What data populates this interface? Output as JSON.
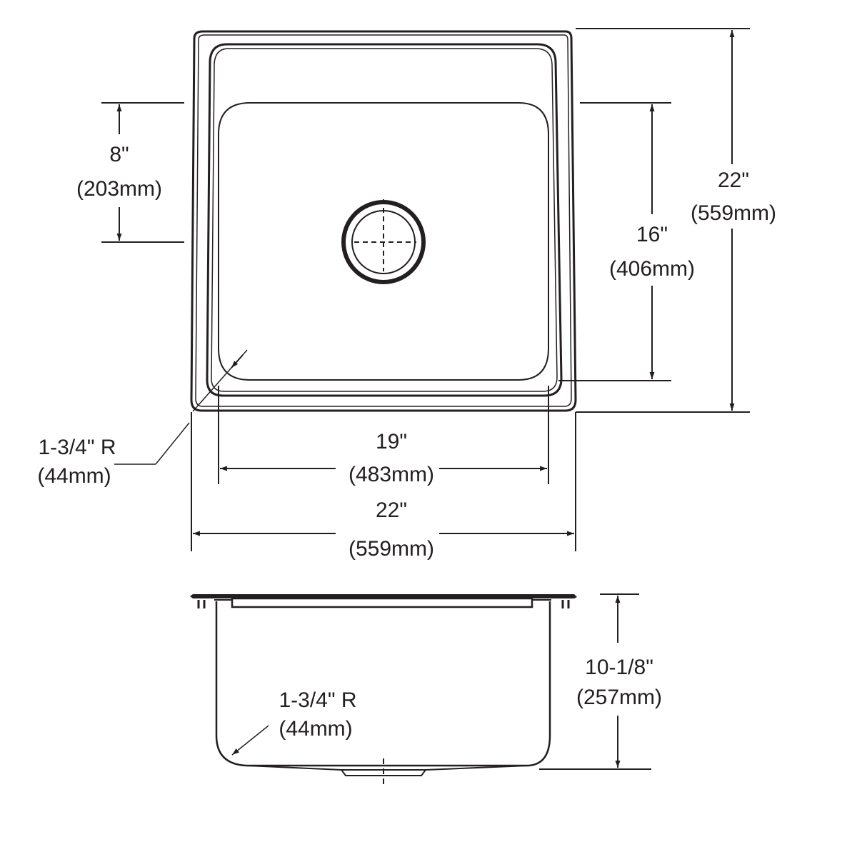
{
  "drawing": {
    "subject": "single-bowl drop-in sink",
    "stroke_color": "#231f20",
    "background": "#ffffff"
  },
  "top_view": {
    "overall_width": {
      "imperial": "22\"",
      "metric": "(559mm)"
    },
    "overall_length": {
      "imperial": "22\"",
      "metric": "(559mm)"
    },
    "bowl_width": {
      "imperial": "19\"",
      "metric": "(483mm)"
    },
    "bowl_length": {
      "imperial": "16\"",
      "metric": "(406mm)"
    },
    "drain_offset": {
      "imperial": "8\"",
      "metric": "(203mm)"
    },
    "corner_radius": {
      "imperial": "1-3/4\" R",
      "metric": "(44mm)"
    }
  },
  "side_view": {
    "depth": {
      "imperial": "10-1/8\"",
      "metric": "(257mm)"
    },
    "corner_radius": {
      "imperial": "1-3/4\" R",
      "metric": "(44mm)"
    }
  }
}
